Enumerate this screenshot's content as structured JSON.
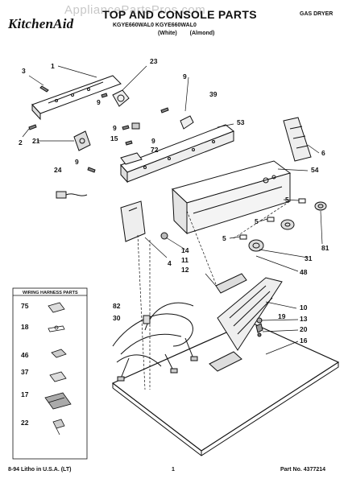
{
  "header": {
    "brand": "KitchenAid",
    "title": "TOP AND CONSOLE PARTS",
    "models": "KGYE660WAL0   KGYE660WAL0",
    "colors": "(White)   (Almond)",
    "dryer_type": "GAS DRYER",
    "watermark": "AppliancePartsPros.com"
  },
  "harness_box": {
    "title": "WIRING HARNESS PARTS"
  },
  "callouts": {
    "c1": "1",
    "c2": "2",
    "c3": "3",
    "c4": "4",
    "c5a": "5",
    "c5b": "5",
    "c5c": "5",
    "c6": "6",
    "c9a": "9",
    "c9b": "9",
    "c9c": "9",
    "c9d": "9",
    "c9e": "9",
    "c10": "10",
    "c11": "11",
    "c12": "12",
    "c13": "13",
    "c14": "14",
    "c15": "15",
    "c16": "16",
    "c17": "17",
    "c18": "18",
    "c19": "19",
    "c20": "20",
    "c21": "21",
    "c22": "22",
    "c23": "23",
    "c24": "24",
    "c30": "30",
    "c31": "31",
    "c37": "37",
    "c39": "39",
    "c46": "46",
    "c48": "48",
    "c53": "53",
    "c54": "54",
    "c72": "72",
    "c75": "75",
    "c81": "81",
    "c82": "82"
  },
  "footer": {
    "litho": "8-94 Litho in U.S.A. (LT)",
    "page": "1",
    "part_no": "Part No. 4377214"
  }
}
